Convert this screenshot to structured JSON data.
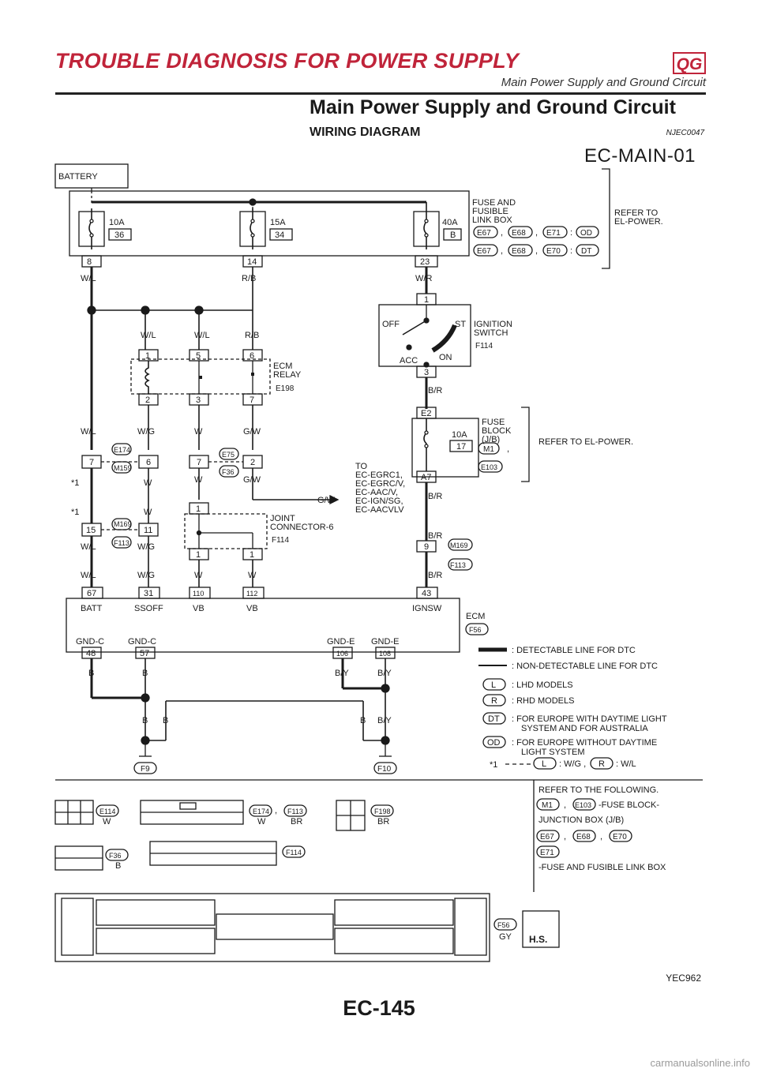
{
  "header": {
    "title": "TROUBLE DIAGNOSIS FOR POWER SUPPLY",
    "badge": "QG",
    "subtitle": "Main Power Supply and Ground Circuit"
  },
  "section": {
    "title": "Main Power Supply and Ground Circuit",
    "subtitle": "WIRING DIAGRAM",
    "code": "NJEC0047",
    "diagram_id": "EC-MAIN-01"
  },
  "labels": {
    "battery": "BATTERY",
    "fuse_box": [
      "FUSE AND",
      "FUSIBLE",
      "LINK BOX"
    ],
    "refer_el_power": [
      "REFER TO",
      "EL-POWER."
    ],
    "fuses": [
      {
        "amp": "10A",
        "num": "36",
        "pin": "8",
        "wire": "W/L"
      },
      {
        "amp": "15A",
        "num": "34",
        "pin": "14",
        "wire": "R/B"
      },
      {
        "amp": "40A",
        "num": "B",
        "pin": "23",
        "wire": "W/R"
      }
    ],
    "fusebox_row1": [
      "E67",
      ",",
      "E68",
      ",",
      "E71",
      ":",
      "OD"
    ],
    "fusebox_row2": [
      "E67",
      ",",
      "E68",
      ",",
      "E70",
      ":",
      "DT"
    ],
    "ignition": [
      "IGNITION",
      "SWITCH"
    ],
    "ign_connector": "F114",
    "ign_pos": [
      "OFF",
      "ST",
      "ACC",
      "ON"
    ],
    "ign_pins": [
      "1",
      "3"
    ],
    "ecm_relay": [
      "ECM",
      "RELAY"
    ],
    "relay_connector": "E198",
    "relay_pins_top": [
      "1",
      "5",
      "6"
    ],
    "relay_pins_bot": [
      "2",
      "3",
      "7"
    ],
    "fuse_block": [
      "FUSE",
      "BLOCK",
      "(J/B)"
    ],
    "fuse_block_refer": "REFER TO EL-POWER.",
    "fuse_block_fuse": [
      "10A",
      "17"
    ],
    "fuse_block_pins": [
      "E2",
      "A7"
    ],
    "fuse_block_conn": [
      "M1",
      ",",
      "E103"
    ],
    "wires": {
      "wl": "W/L",
      "rb": "R/B",
      "wr": "W/R",
      "br": "B/R",
      "wg": "W/G",
      "w": "W",
      "gw": "G/W",
      "b": "B",
      "by": "B/Y"
    },
    "conn_e174": [
      "E174",
      "M159"
    ],
    "conn_e75": [
      "E75",
      "F36"
    ],
    "conn_m169": [
      "M169",
      "F113"
    ],
    "conn_m169b": [
      "M169",
      "F113"
    ],
    "pins_7_6_7_2": [
      "7",
      "6",
      "7",
      "2"
    ],
    "pins_15_11": [
      "15",
      "11"
    ],
    "pin_9": "9",
    "star1": "*1",
    "to_list": [
      "TO",
      "EC-EGRC1,",
      "EC-EGRC/V,",
      "EC-AAC/V,",
      "EC-IGN/SG,",
      "EC-AACVLV"
    ],
    "joint": [
      "JOINT",
      "CONNECTOR-6"
    ],
    "joint_conn": "F114",
    "joint_pins": [
      "1",
      "1",
      "1"
    ],
    "ecm_pins": [
      "67",
      "31",
      "110",
      "112",
      "43"
    ],
    "ecm_pin_names": [
      "BATT",
      "SSOFF",
      "VB",
      "VB",
      "IGNSW"
    ],
    "ecm": "ECM",
    "ecm_conn": "F56",
    "gnd_names": [
      "GND-C",
      "GND-C",
      "GND-E",
      "GND-E"
    ],
    "gnd_pins": [
      "48",
      "57",
      "106",
      "108"
    ],
    "grounds": [
      "F9",
      "F10"
    ],
    "legend": [
      ": DETECTABLE LINE FOR DTC",
      ": NON-DETECTABLE LINE FOR DTC",
      ": LHD MODELS",
      ": RHD MODELS",
      ": FOR EUROPE WITH DAYTIME LIGHT",
      "SYSTEM AND FOR AUSTRALIA",
      ": FOR EUROPE WITHOUT DAYTIME",
      "LIGHT SYSTEM",
      ": W/G ,",
      ": W/L"
    ],
    "legend_tags": [
      "L",
      "R",
      "DT",
      "OD",
      "L",
      "R"
    ],
    "refer_following": [
      "REFER TO THE FOLLOWING.",
      "-FUSE BLOCK-",
      "JUNCTION BOX (J/B)",
      "-FUSE AND FUSIBLE LINK BOX"
    ],
    "refer_conns": [
      "M1",
      ",",
      "E103",
      "E67",
      ",",
      "E68",
      ",",
      "E70",
      "E71"
    ],
    "conn_labels": [
      {
        "id": "E114",
        "color": "W"
      },
      {
        "id": "E174",
        "color": "W"
      },
      {
        "id": "F113",
        "color": "BR"
      },
      {
        "id": "F198",
        "color": "BR"
      },
      {
        "id": "F36",
        "color": "B"
      },
      {
        "id": "F114",
        "color": ""
      },
      {
        "id": "F56",
        "color": "GY"
      }
    ],
    "conn_comma": ",",
    "hs": "H.S."
  },
  "footer": {
    "figure": "YEC962",
    "page": "EC-145",
    "watermark": "carmanualsonline.info"
  }
}
